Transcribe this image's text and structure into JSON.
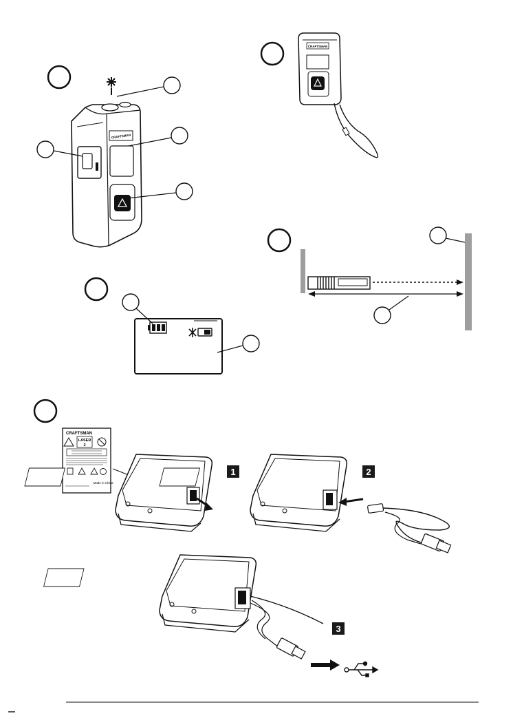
{
  "brand": "CRAFTSMAN",
  "steps": [
    "1",
    "2",
    "3"
  ],
  "warning_label": {
    "brand": "CRAFTSMAN",
    "laser_word": "LASER",
    "laser_class": "2",
    "made_in": "Made in China"
  },
  "icons": {
    "laser_emitter": "asterisk-icon",
    "usb": "usb-icon",
    "arrow": "right-arrow-icon",
    "battery": "battery-icon"
  },
  "colors": {
    "ink": "#111111",
    "wall": "#9e9e9e",
    "step_badge": "#1a1a1a"
  }
}
